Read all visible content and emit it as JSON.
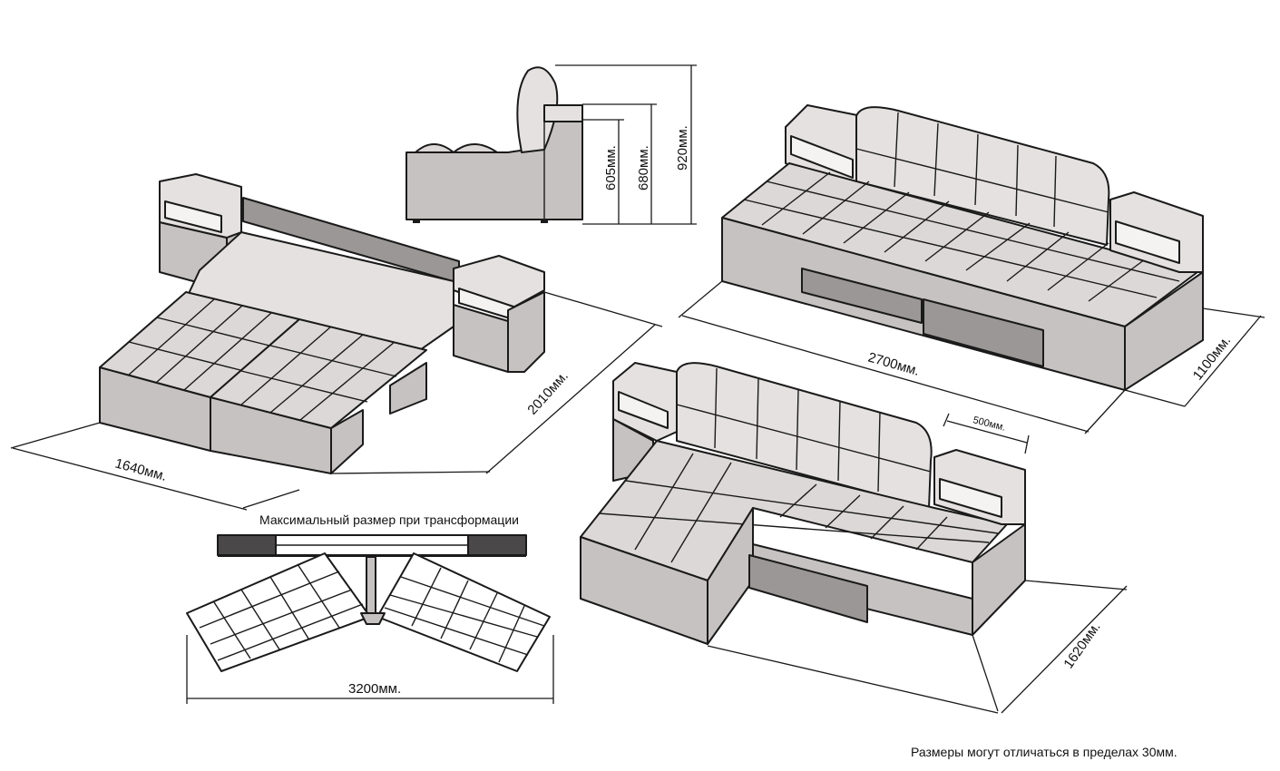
{
  "labels": {
    "depth_seat": "605мм.",
    "height_arm": "680мм.",
    "height_total": "920мм.",
    "bed_length": "2010мм.",
    "bed_width": "1640мм.",
    "sofa_length": "2700мм.",
    "sofa_depth": "1100мм.",
    "shelf_width": "500мм.",
    "corner_depth": "1620мм.",
    "transform_width": "3200мм."
  },
  "captions": {
    "max_size": "Максимальный размер при трансформации",
    "note": "Размеры могут отличаться в пределах 30мм."
  },
  "colors": {
    "outline": "#1a1a1a",
    "fabric_light": "#e4e1e0",
    "fabric_side": "#c6c2c1",
    "fabric_dark": "#9b9796"
  }
}
